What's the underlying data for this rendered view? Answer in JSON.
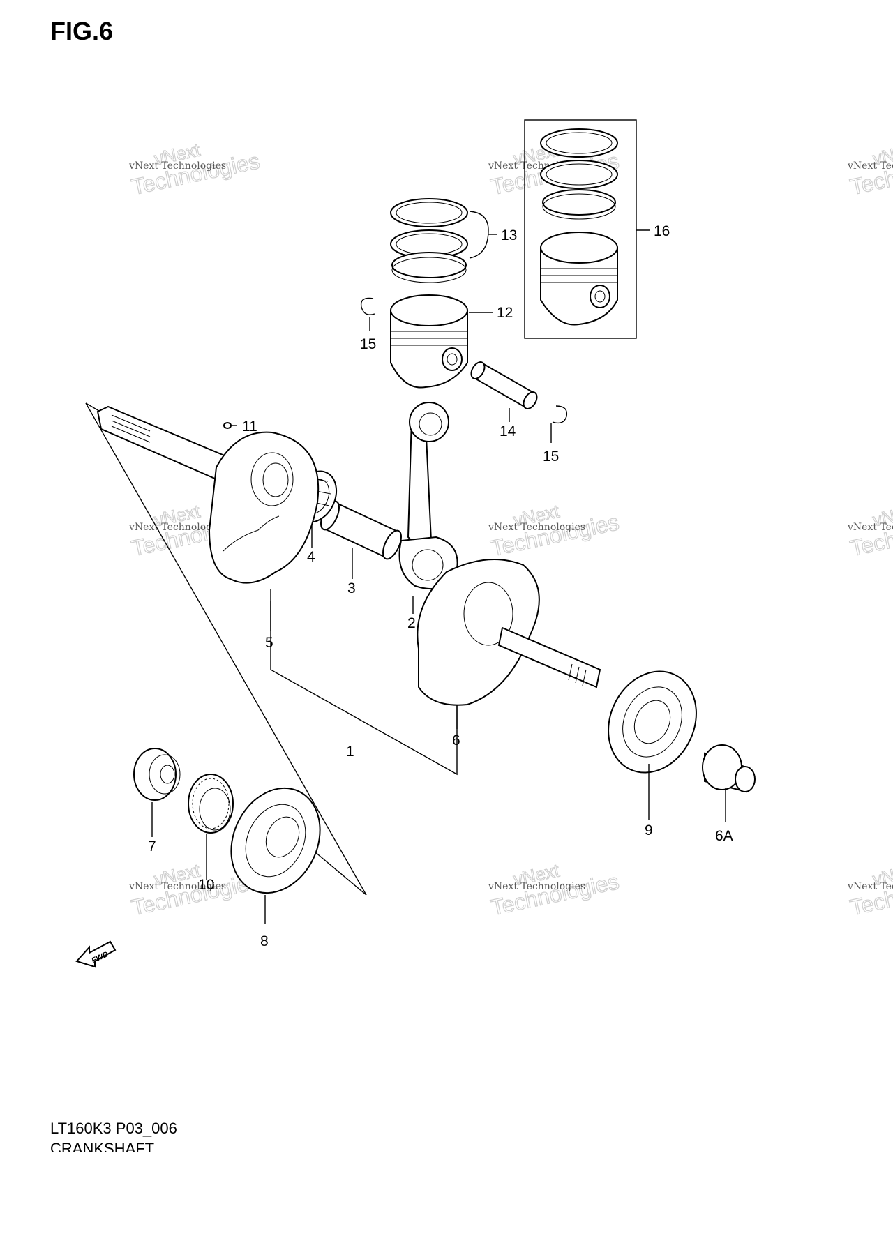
{
  "figure": {
    "title": "FIG.6"
  },
  "callouts": [
    {
      "id": "1",
      "text": "1"
    },
    {
      "id": "2",
      "text": "2"
    },
    {
      "id": "3",
      "text": "3"
    },
    {
      "id": "4",
      "text": "4"
    },
    {
      "id": "5",
      "text": "5"
    },
    {
      "id": "6",
      "text": "6"
    },
    {
      "id": "6A",
      "text": "6A"
    },
    {
      "id": "7",
      "text": "7"
    },
    {
      "id": "8",
      "text": "8"
    },
    {
      "id": "9",
      "text": "9"
    },
    {
      "id": "10",
      "text": "10"
    },
    {
      "id": "11",
      "text": "11"
    },
    {
      "id": "12",
      "text": "12"
    },
    {
      "id": "13",
      "text": "13"
    },
    {
      "id": "14",
      "text": "14"
    },
    {
      "id": "15a",
      "text": "15"
    },
    {
      "id": "15b",
      "text": "15"
    },
    {
      "id": "16",
      "text": "16"
    }
  ],
  "watermark": {
    "line1": "vNext Technologies",
    "line2": "vNext",
    "line3": "Technologies"
  },
  "forward_marker": {
    "label": "FWD"
  },
  "footer": {
    "code": "LT160K3 P03_006",
    "title": "CRANKSHAFT"
  }
}
